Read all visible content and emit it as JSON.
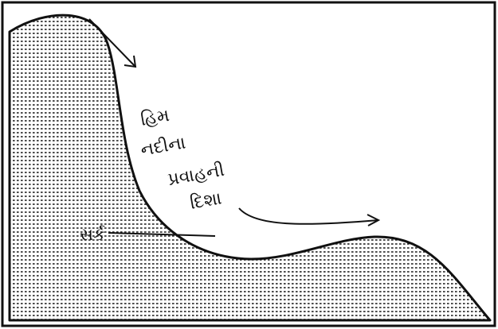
{
  "diagram": {
    "label_ice_flow_line1": "હિમ",
    "label_ice_flow_line2": "નદીના",
    "label_ice_flow_line3": "પ્રવાહની",
    "label_ice_flow_line4": "દિશા",
    "label_cirque": "સર્ક"
  }
}
